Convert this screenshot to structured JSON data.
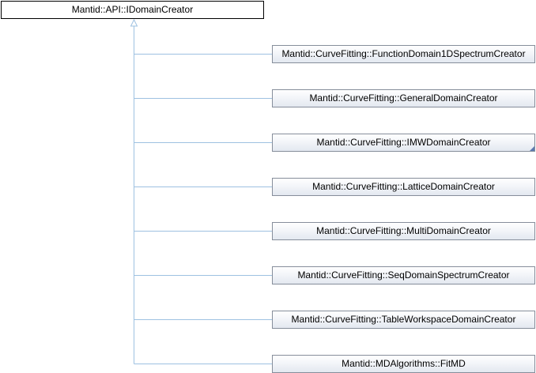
{
  "base_class": {
    "label": "Mantid::API::IDomainCreator"
  },
  "derived_classes": [
    {
      "label": "Mantid::CurveFitting::FunctionDomain1DSpectrumCreator",
      "has_more": false
    },
    {
      "label": "Mantid::CurveFitting::GeneralDomainCreator",
      "has_more": false
    },
    {
      "label": "Mantid::CurveFitting::IMWDomainCreator",
      "has_more": true
    },
    {
      "label": "Mantid::CurveFitting::LatticeDomainCreator",
      "has_more": false
    },
    {
      "label": "Mantid::CurveFitting::MultiDomainCreator",
      "has_more": false
    },
    {
      "label": "Mantid::CurveFitting::SeqDomainSpectrumCreator",
      "has_more": false
    },
    {
      "label": "Mantid::CurveFitting::TableWorkspaceDomainCreator",
      "has_more": false
    },
    {
      "label": "Mantid::MDAlgorithms::FitMD",
      "has_more": false
    }
  ],
  "colors": {
    "edge": "#9ec1e1",
    "child_border": "#868e9b",
    "base_border": "#000000",
    "more_marker": "#5b79b0"
  }
}
